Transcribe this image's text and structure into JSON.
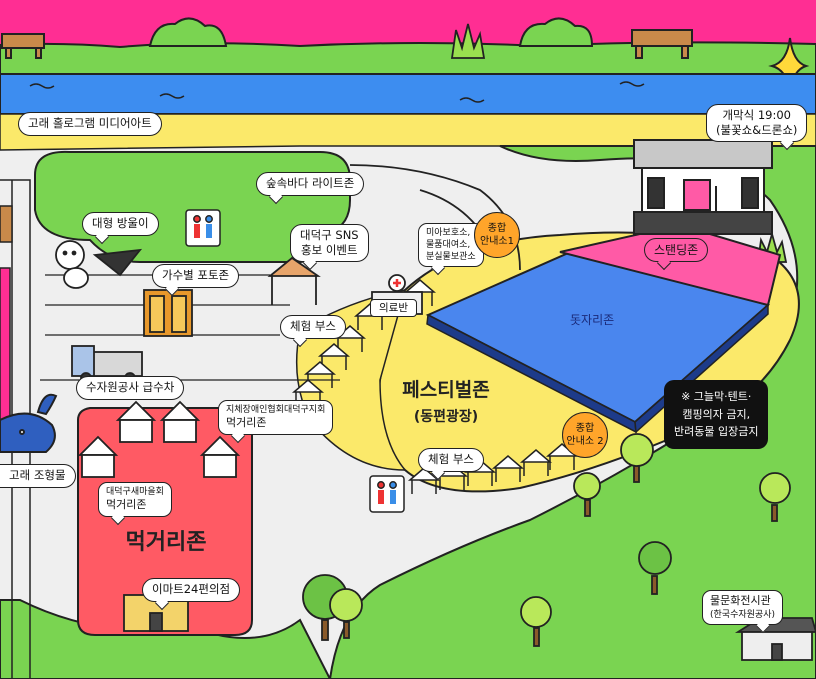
{
  "labels": {
    "whale_hologram": "고래 홀로그램 미디어아트",
    "opening": "개막식 19:00",
    "opening_sub": "(불꽃쇼&드론쇼)",
    "light_zone": "숲속바다 라이트존",
    "big_drop": "대형 방울이",
    "sns_1": "대덕구 SNS",
    "sns_2": "홍보 이벤트",
    "lost_1": "미아보호소,",
    "lost_2": "물품대여소,",
    "lost_3": "분실물보관소",
    "info1_1": "종합",
    "info1_2": "안내소1",
    "standing": "스탠딩존",
    "photo_zone": "가수별 포토존",
    "medical": "의료반",
    "mat_zone": "돗자리존",
    "experience_booth_1": "체험 부스",
    "water_truck": "수자원공사 급수차",
    "festival_zone": "페스티벌존",
    "festival_sub": "(동편광장)",
    "notice_1": "※ 그늘막·텐트·",
    "notice_2": "캠핑의자 금지,",
    "notice_3": "반려동물 입장금지",
    "local_food_1": "지체장애인협회대덕구지회",
    "local_food_2": "먹거리존",
    "info2_1": "종합",
    "info2_2": "안내소 2",
    "whale_sculpture": "고래 조형물",
    "experience_booth_2": "체험 부스",
    "village_food_1": "대덕구새마을회",
    "village_food_2": "먹거리존",
    "food_zone": "먹거리존",
    "emart": "이마트24편의점",
    "water_hall_1": "물문화전시관",
    "water_hall_2": "(한국수자원공사)"
  },
  "colors": {
    "pink": "#ff2e93",
    "grass": "#7ad451",
    "river": "#3d8df0",
    "plaza": "#fbe96a",
    "mat": "#4a86ee",
    "food": "#ff5a64",
    "info": "#ffa52a"
  },
  "icon_names": [
    "restroom-icon",
    "first-aid-icon",
    "tent-icon",
    "stage-icon",
    "tree-icon",
    "bench-icon",
    "sparkle-icon",
    "whale-icon",
    "truck-icon"
  ]
}
